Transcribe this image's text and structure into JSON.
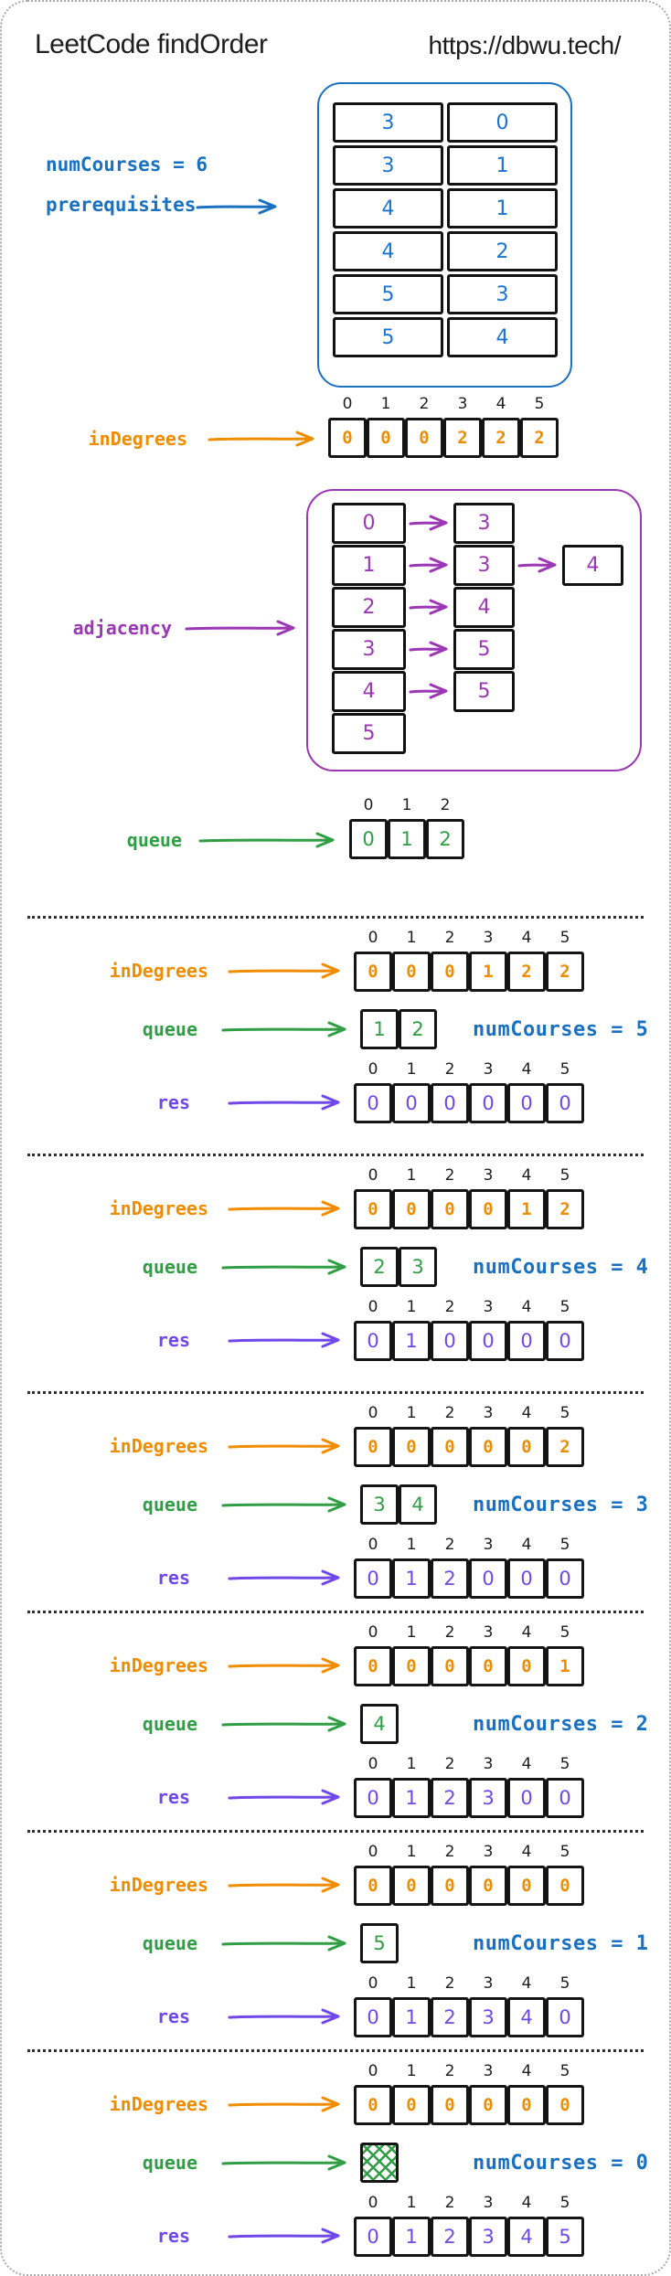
{
  "header": {
    "title": "LeetCode findOrder",
    "url": "https://dbwu.tech/"
  },
  "labels": {
    "numCourses": "numCourses = 6",
    "prerequisites": "prerequisites",
    "inDegrees": "inDegrees",
    "adjacency": "adjacency",
    "queue": "queue",
    "res": "res"
  },
  "colors": {
    "blue": "#1971c2",
    "orange": "#f08c00",
    "purple": "#9c36b5",
    "green": "#2f9e44",
    "violet": "#7048e8",
    "ink": "#1e1e1e"
  },
  "indices6": [
    "0",
    "1",
    "2",
    "3",
    "4",
    "5"
  ],
  "indices3": [
    "0",
    "1",
    "2"
  ],
  "prerequisites_table": {
    "rows": [
      [
        "3",
        "0"
      ],
      [
        "3",
        "1"
      ],
      [
        "4",
        "1"
      ],
      [
        "4",
        "2"
      ],
      [
        "5",
        "3"
      ],
      [
        "5",
        "4"
      ]
    ]
  },
  "initial": {
    "inDegrees": [
      "0",
      "0",
      "0",
      "2",
      "2",
      "2"
    ],
    "queue": [
      "0",
      "1",
      "2"
    ]
  },
  "adjacency_list": [
    {
      "node": "0",
      "targets": [
        "3"
      ]
    },
    {
      "node": "1",
      "targets": [
        "3",
        "4"
      ]
    },
    {
      "node": "2",
      "targets": [
        "4"
      ]
    },
    {
      "node": "3",
      "targets": [
        "5"
      ]
    },
    {
      "node": "4",
      "targets": [
        "5"
      ]
    },
    {
      "node": "5",
      "targets": []
    }
  ],
  "iterations": [
    {
      "inDegrees": [
        "0",
        "0",
        "0",
        "1",
        "2",
        "2"
      ],
      "queue": [
        "1",
        "2"
      ],
      "numCourses": "numCourses = 5",
      "res": [
        "0",
        "0",
        "0",
        "0",
        "0",
        "0"
      ],
      "queueEmpty": false
    },
    {
      "inDegrees": [
        "0",
        "0",
        "0",
        "0",
        "1",
        "2"
      ],
      "queue": [
        "2",
        "3"
      ],
      "numCourses": "numCourses = 4",
      "res": [
        "0",
        "1",
        "0",
        "0",
        "0",
        "0"
      ],
      "queueEmpty": false
    },
    {
      "inDegrees": [
        "0",
        "0",
        "0",
        "0",
        "0",
        "2"
      ],
      "queue": [
        "3",
        "4"
      ],
      "numCourses": "numCourses = 3",
      "res": [
        "0",
        "1",
        "2",
        "0",
        "0",
        "0"
      ],
      "queueEmpty": false
    },
    {
      "inDegrees": [
        "0",
        "0",
        "0",
        "0",
        "0",
        "1"
      ],
      "queue": [
        "4"
      ],
      "numCourses": "numCourses = 2",
      "res": [
        "0",
        "1",
        "2",
        "3",
        "0",
        "0"
      ],
      "queueEmpty": false
    },
    {
      "inDegrees": [
        "0",
        "0",
        "0",
        "0",
        "0",
        "0"
      ],
      "queue": [
        "5"
      ],
      "numCourses": "numCourses = 1",
      "res": [
        "0",
        "1",
        "2",
        "3",
        "4",
        "0"
      ],
      "queueEmpty": false
    },
    {
      "inDegrees": [
        "0",
        "0",
        "0",
        "0",
        "0",
        "0"
      ],
      "queue": [],
      "numCourses": "numCourses = 0",
      "res": [
        "0",
        "1",
        "2",
        "3",
        "4",
        "5"
      ],
      "queueEmpty": true
    }
  ]
}
